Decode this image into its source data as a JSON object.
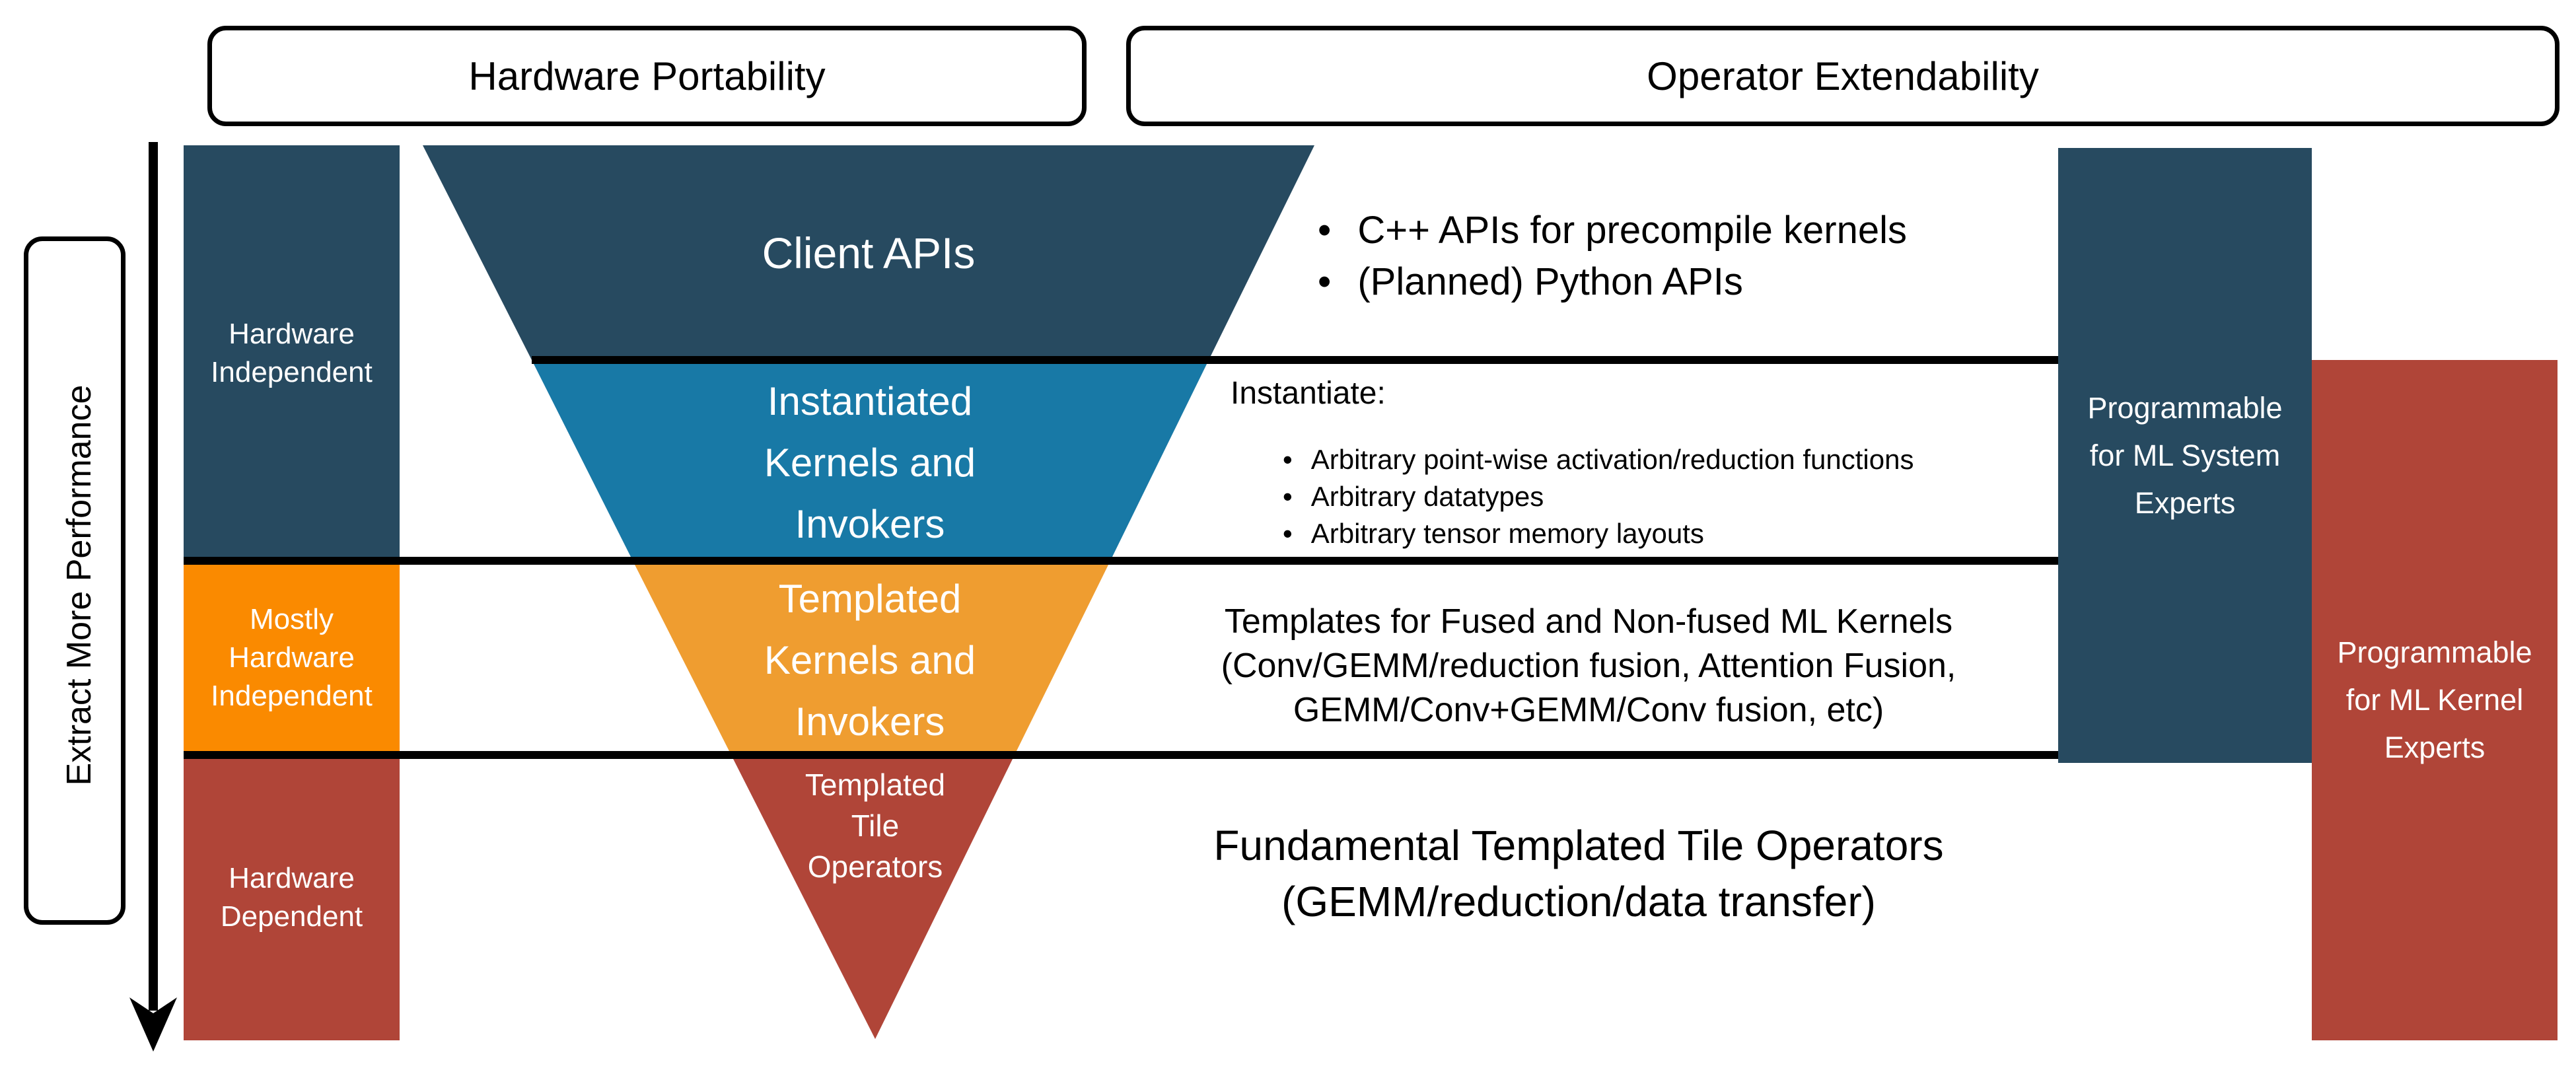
{
  "headers": {
    "left": "Hardware Portability",
    "right": "Operator Extendability"
  },
  "performance_axis": {
    "label": "Extract More Performance"
  },
  "left_column": {
    "items": [
      {
        "id": "hardware-independent",
        "lines": [
          "Hardware",
          "Independent"
        ]
      },
      {
        "id": "mostly-hardware-independent",
        "lines": [
          "Mostly",
          "Hardware",
          "Independent"
        ]
      },
      {
        "id": "hardware-dependent",
        "lines": [
          "Hardware",
          "Dependent"
        ]
      }
    ]
  },
  "funnel": {
    "layers": [
      {
        "id": "client-apis",
        "lines": [
          "Client APIs"
        ]
      },
      {
        "id": "instantiated-kernels",
        "lines": [
          "Instantiated",
          "Kernels and",
          "Invokers"
        ]
      },
      {
        "id": "templated-kernels",
        "lines": [
          "Templated",
          "Kernels and",
          "Invokers"
        ]
      },
      {
        "id": "templated-tile-operators",
        "lines": [
          "Templated",
          "Tile",
          "Operators"
        ]
      }
    ]
  },
  "right_column": {
    "items": [
      {
        "id": "ml-system-experts",
        "lines": [
          "Programmable",
          "for ML System",
          "Experts"
        ]
      },
      {
        "id": "ml-kernel-experts",
        "lines": [
          "Programmable",
          "for ML Kernel",
          "Experts"
        ]
      }
    ]
  },
  "annotations": {
    "client_bullets": [
      "C++ APIs for precompile kernels",
      "(Planned) Python APIs"
    ],
    "instantiate_heading": "Instantiate:",
    "instantiate_bullets": [
      "Arbitrary point-wise activation/reduction functions",
      "Arbitrary datatypes",
      "Arbitrary tensor memory layouts"
    ],
    "templates_lines": [
      "Templates for Fused and Non-fused ML Kernels",
      "(Conv/GEMM/reduction fusion, Attention Fusion,",
      "GEMM/Conv+GEMM/Conv fusion, etc)"
    ],
    "fundamental_lines": [
      "Fundamental Templated Tile Operators",
      "(GEMM/reduction/data transfer)"
    ]
  },
  "glyphs": {
    "bullet": "•"
  },
  "colors": {
    "navy": "#274A60",
    "funnel_blue": "#1879A6",
    "orange_bright": "#FA8A00",
    "orange_funnel": "#EF9D30",
    "red": "#B04538",
    "black": "#000000",
    "white": "#FFFFFF"
  }
}
